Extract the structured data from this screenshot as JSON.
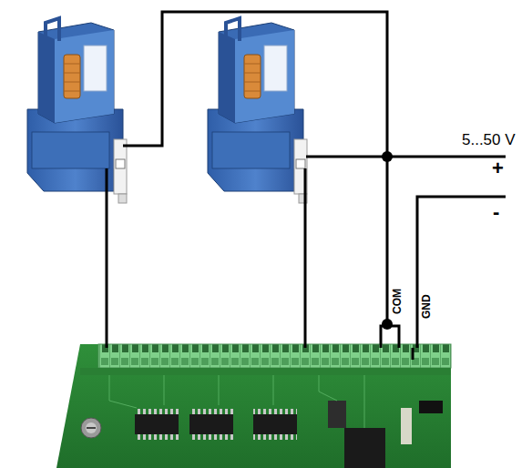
{
  "diagram": {
    "labels": [
      "5...50 V",
      "+",
      "-",
      "COM",
      "GND"
    ]
  }
}
